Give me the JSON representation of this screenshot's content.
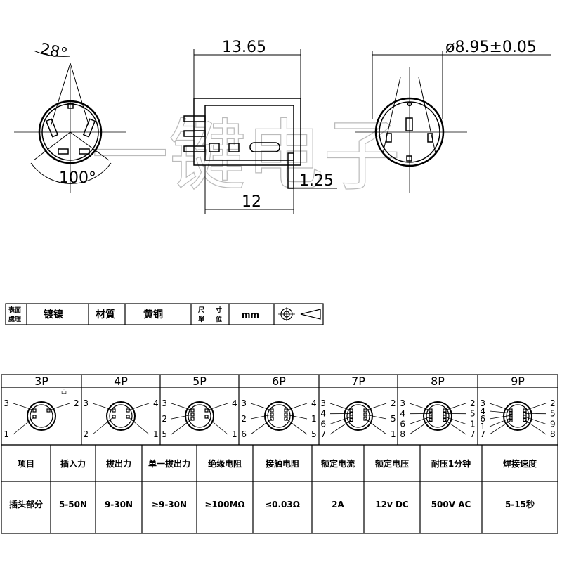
{
  "drawing": {
    "dim_angle_top": "28°",
    "dim_angle_bottom": "100°",
    "dim_length": "13.65",
    "dim_depth": "12",
    "dim_pin": "1.25",
    "dim_diameter": "ø8.95±0.05",
    "watermark": "一键电子"
  },
  "title_block": {
    "surface_label_1": "表面",
    "surface_label_2": "處理",
    "surface_value": "镀镍",
    "material_label": "材質",
    "material_value": "黄铜",
    "dim_label_1": "尺寸",
    "dim_label_2": "單位",
    "unit_value": "mm"
  },
  "pinouts": [
    {
      "label": "3P",
      "pins": [
        "3",
        "2",
        "1"
      ],
      "sub": "凸"
    },
    {
      "label": "4P",
      "pins": [
        "3",
        "4",
        "2",
        "1"
      ]
    },
    {
      "label": "5P",
      "pins": [
        "3",
        "4",
        "2",
        "1",
        "5"
      ]
    },
    {
      "label": "6P",
      "pins": [
        "3",
        "4",
        "2",
        "1",
        "6",
        "5"
      ]
    },
    {
      "label": "7P",
      "pins": [
        "3",
        "2",
        "4",
        "5",
        "6",
        "1",
        "7"
      ]
    },
    {
      "label": "8P",
      "pins": [
        "3",
        "2",
        "4",
        "5",
        "6",
        "1",
        "8",
        "7"
      ]
    },
    {
      "label": "9P",
      "pins": [
        "3",
        "2",
        "4",
        "5",
        "6",
        "9",
        "1",
        "8",
        "7"
      ]
    }
  ],
  "specs": {
    "headers": [
      "项目",
      "插入力",
      "拔出力",
      "单一拔出力",
      "绝缘电阻",
      "接触电阻",
      "额定电流",
      "额定电压",
      "耐压1分钟",
      "焊接速度"
    ],
    "row": [
      "插头部分",
      "5-50N",
      "9-30N",
      "≥9-30N",
      "≥100MΩ",
      "≤0.03Ω",
      "2A",
      "12v DC",
      "500V AC",
      "5-15秒"
    ]
  }
}
